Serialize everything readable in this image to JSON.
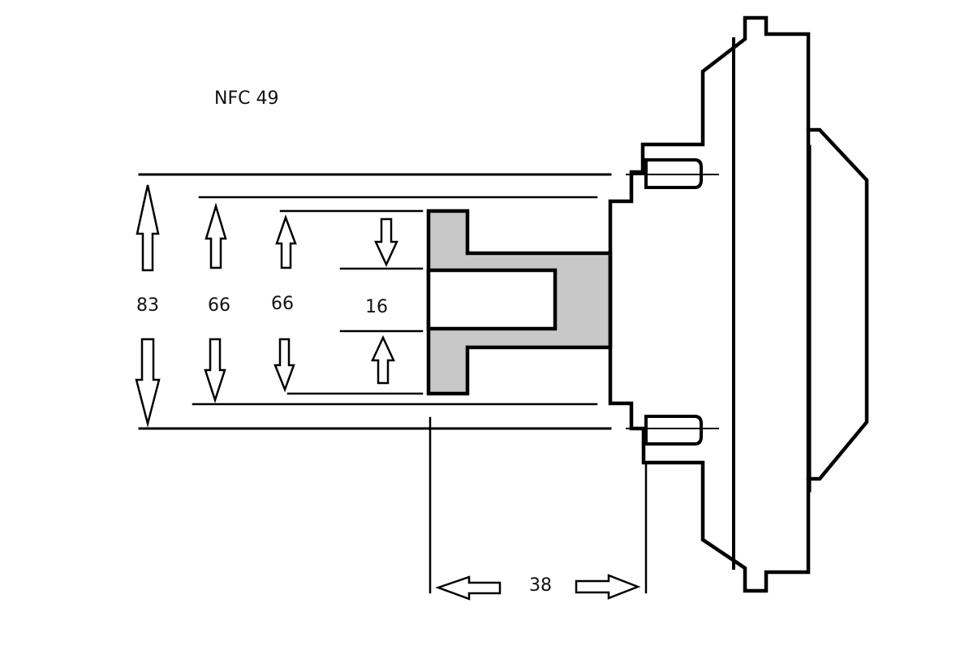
{
  "title": "NFC 49",
  "dimensions": {
    "outer": "83",
    "middle": "66",
    "inner": "66",
    "bore": "16",
    "depth": "38"
  },
  "colors": {
    "line": "#000000",
    "part_fill": "#c8c8c8",
    "background": "#ffffff"
  }
}
